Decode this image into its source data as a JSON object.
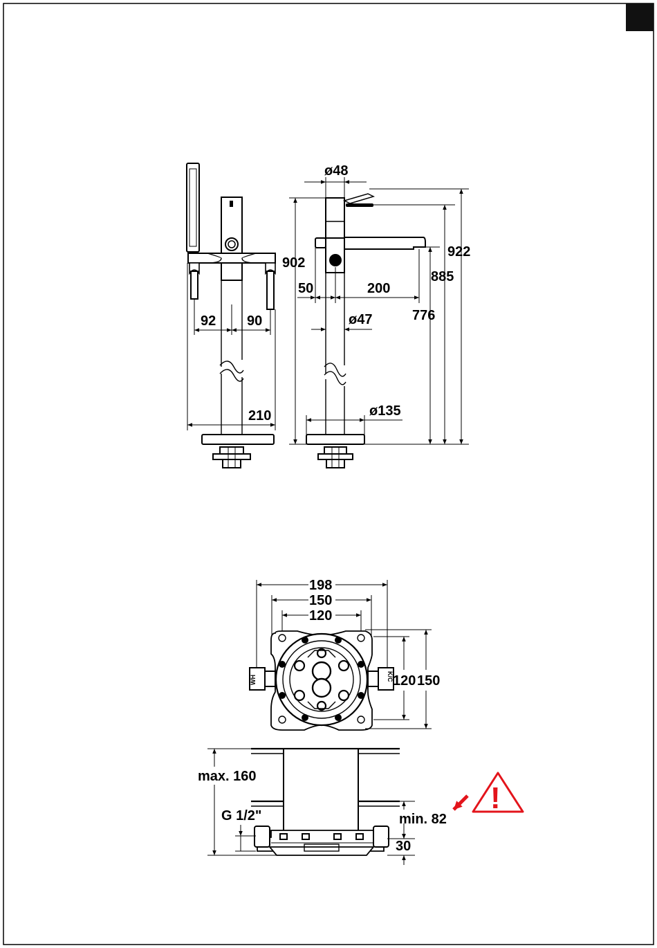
{
  "dimensions": {
    "side_view": {
      "spout_offset": "92",
      "lever_offset": "90",
      "base_span": "210"
    },
    "front_view": {
      "body_diameter": "ø48",
      "total_height": "902",
      "handle_projection": "50",
      "spout_reach": "200",
      "tube_diameter": "ø47",
      "outlet_height": "776",
      "spout_top_height": "885",
      "lever_top_height": "922",
      "base_diameter": "ø135"
    },
    "rough_in_top": {
      "outer_width": "198",
      "mid_width": "150",
      "inner_width": "120",
      "inner_height": "120",
      "outer_height": "150",
      "port_left": "WH",
      "port_right": "K/C"
    },
    "rough_in_side": {
      "max_depth": "max. 160",
      "thread": "G 1/2\"",
      "min_depth": "min. 82",
      "base_height": "30"
    }
  },
  "warning": {
    "glyph": "!",
    "color": "#e3141b"
  },
  "page_marker": {
    "color": "#111111"
  }
}
